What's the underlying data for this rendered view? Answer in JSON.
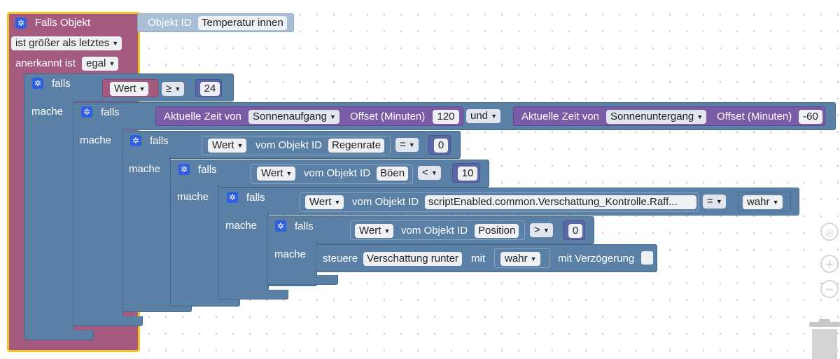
{
  "trigger": {
    "title": "Falls Objekt",
    "object_id_label": "Objekt ID",
    "object_id_value": "Temperatur innen",
    "condition": "ist größer als letztes",
    "acknowledged_label": "anerkannt ist",
    "acknowledged_value": "egal"
  },
  "if1": {
    "falls": "falls",
    "mache": "mache",
    "value_field": "Wert",
    "operator": "≥",
    "number": "24"
  },
  "if2": {
    "falls": "falls",
    "mache": "mache",
    "left_label": "Aktuelle Zeit von",
    "left_select": "Sonnenaufgang",
    "left_offset_label": "Offset (Minuten)",
    "left_offset_value": "120",
    "logic": "und",
    "right_label": "Aktuelle Zeit von",
    "right_select": "Sonnenuntergang",
    "right_offset_label": "Offset (Minuten)",
    "right_offset_value": "-60"
  },
  "if3": {
    "falls": "falls",
    "mache": "mache",
    "value_field": "Wert",
    "of_object": "vom Objekt ID",
    "object_id": "Regenrate",
    "operator": "=",
    "number": "0"
  },
  "if4": {
    "falls": "falls",
    "mache": "mache",
    "value_field": "Wert",
    "of_object": "vom Objekt ID",
    "object_id": "Böen",
    "operator": "<",
    "number": "10"
  },
  "if5": {
    "falls": "falls",
    "mache": "mache",
    "value_field": "Wert",
    "of_object": "vom Objekt ID",
    "object_id": "scriptEnabled.common.Verschattung_Kontrolle.Raff...",
    "operator": "=",
    "bool": "wahr"
  },
  "if6": {
    "falls": "falls",
    "mache": "mache",
    "value_field": "Wert",
    "of_object": "vom Objekt ID",
    "object_id": "Position",
    "operator": ">",
    "number": "0"
  },
  "action": {
    "label": "steuere",
    "target": "Verschattung runter",
    "with_label": "mit",
    "bool": "wahr",
    "delay_label": "mit Verzögerung"
  },
  "workspace_controls": {
    "recenter": "crosshair-icon",
    "zoom_in": "+",
    "zoom_out": "−"
  },
  "colors": {
    "event_block": "#a55b80",
    "event_outline": "#f5c326",
    "logic_block": "#5b80a5",
    "time_block": "#7a5ca6",
    "gear_icon": "#2f5fe0"
  }
}
